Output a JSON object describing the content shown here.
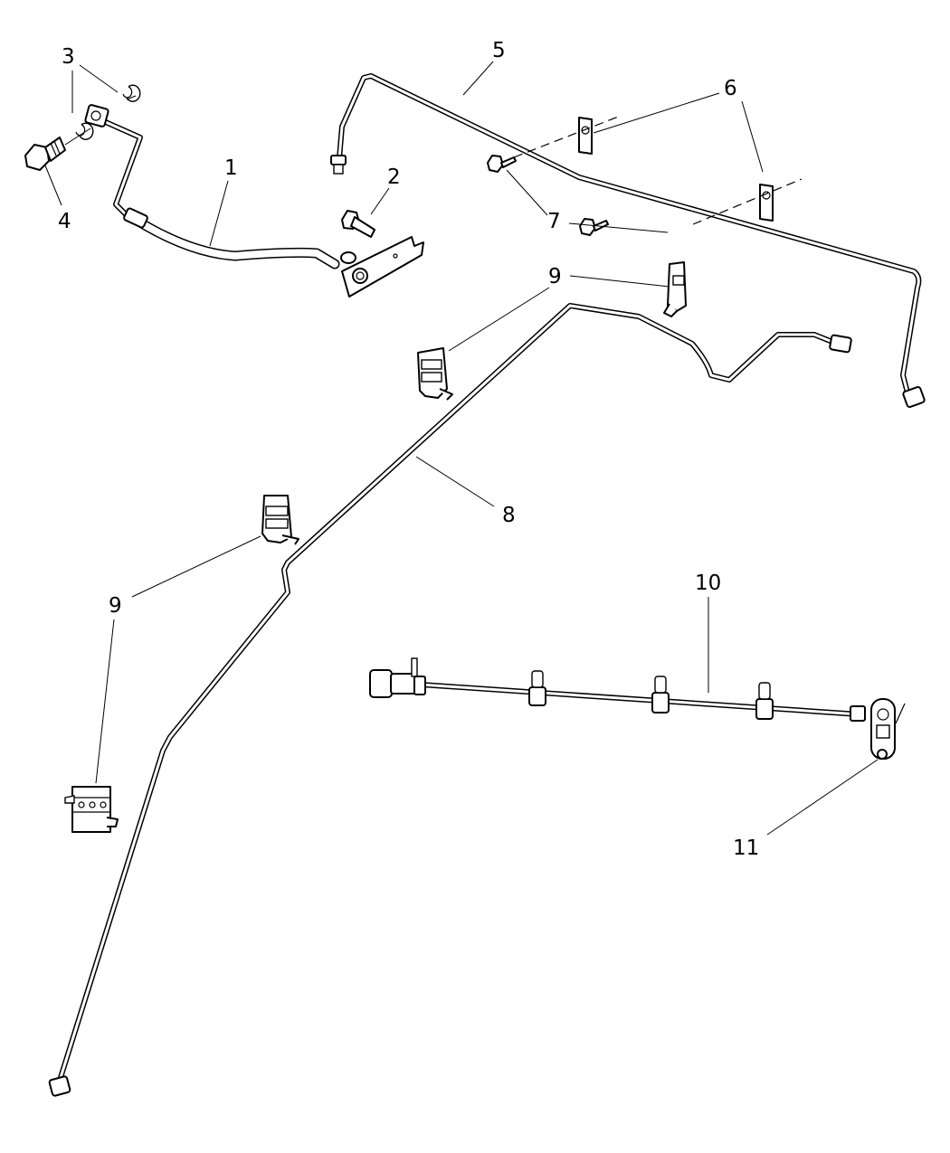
{
  "diagram": {
    "background": "#ffffff",
    "line_color": "#000000",
    "callouts": [
      {
        "id": "c3a",
        "label": "3"
      },
      {
        "id": "c4",
        "label": "4"
      },
      {
        "id": "c1",
        "label": "1"
      },
      {
        "id": "c2",
        "label": "2"
      },
      {
        "id": "c5",
        "label": "5"
      },
      {
        "id": "c6",
        "label": "6"
      },
      {
        "id": "c7",
        "label": "7"
      },
      {
        "id": "c9a",
        "label": "9"
      },
      {
        "id": "c8",
        "label": "8"
      },
      {
        "id": "c9b",
        "label": "9"
      },
      {
        "id": "c10",
        "label": "10"
      },
      {
        "id": "c11",
        "label": "11"
      }
    ],
    "parts": [
      {
        "number": "1",
        "name": "brake-hose"
      },
      {
        "number": "2",
        "name": "bolt"
      },
      {
        "number": "3",
        "name": "washer"
      },
      {
        "number": "4",
        "name": "banjo-bolt"
      },
      {
        "number": "5",
        "name": "brake-tube-rear-crossover"
      },
      {
        "number": "6",
        "name": "tube-bracket"
      },
      {
        "number": "7",
        "name": "bolt"
      },
      {
        "number": "8",
        "name": "brake-tube-long"
      },
      {
        "number": "9",
        "name": "tube-clip"
      },
      {
        "number": "10",
        "name": "wheel-speed-sensor-harness"
      },
      {
        "number": "11",
        "name": "sensor-mount"
      }
    ]
  }
}
